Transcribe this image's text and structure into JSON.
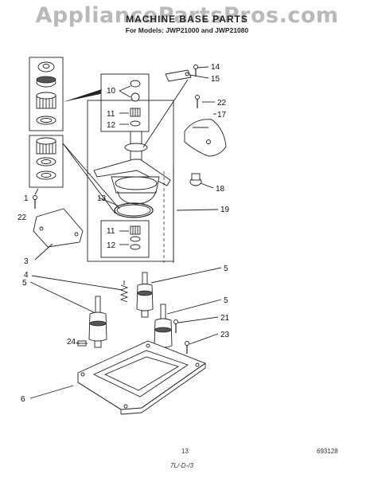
{
  "watermark": "AppliancePartsPros.com",
  "header": {
    "title": "MACHINE BASE PARTS",
    "subtitle": "For Models: JWP21000 and JWP21080"
  },
  "footer": {
    "page_number": "13",
    "part_code": "693128",
    "handwritten_note": "7L/-D-/3"
  },
  "callouts": {
    "c14": "14",
    "c15": "15",
    "c10": "10",
    "c22a": "22",
    "c17": "17",
    "c11a": "11",
    "c12a": "12",
    "c18": "18",
    "c1": "1",
    "c22b": "22",
    "c13": "13",
    "c19": "19",
    "c11b": "11",
    "c12b": "12",
    "c3": "3",
    "c5a": "5",
    "c4": "4",
    "c5b": "5",
    "c5c": "5",
    "c21": "21",
    "c23": "23",
    "c24": "24",
    "c6": "6"
  }
}
